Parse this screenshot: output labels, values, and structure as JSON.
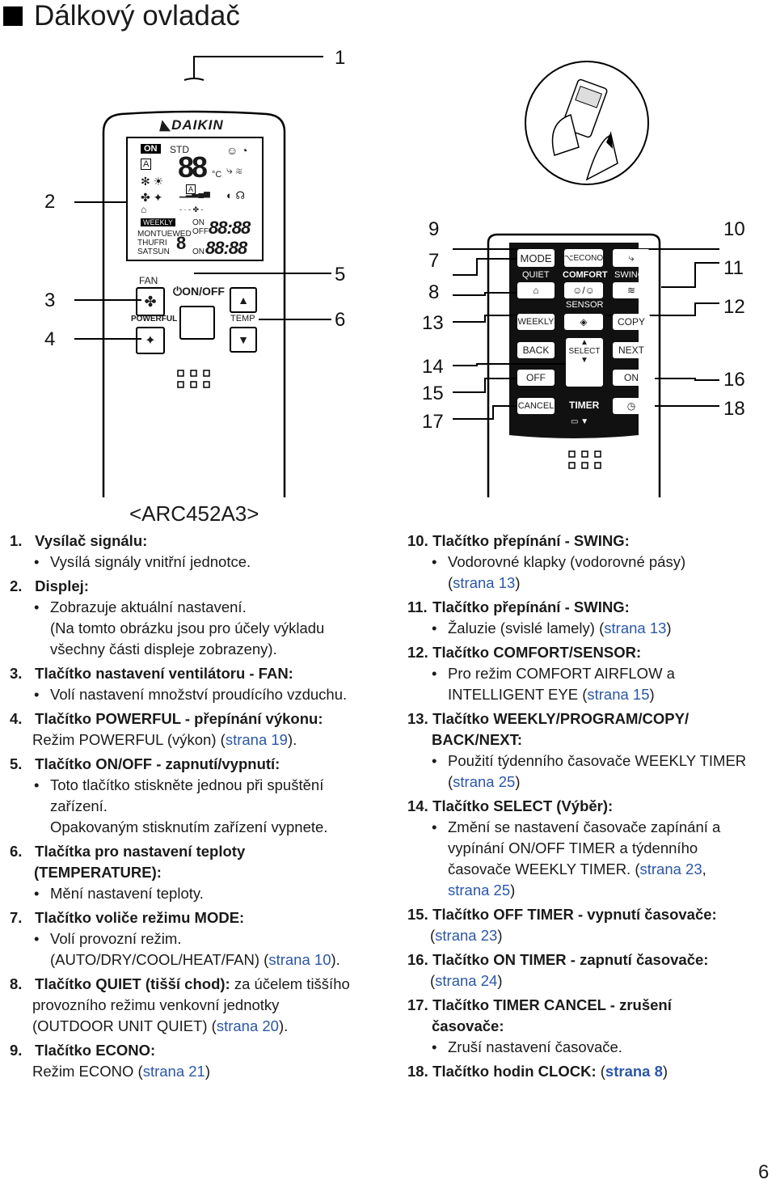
{
  "title": "Dálkový ovladač",
  "model": "<ARC452A3>",
  "callouts": {
    "c1": "1",
    "c2": "2",
    "c3": "3",
    "c4": "4",
    "c5": "5",
    "c6": "6",
    "c7": "7",
    "c8": "8",
    "c9": "9",
    "c10": "10",
    "c11": "11",
    "c12": "12",
    "c13": "13",
    "c14": "14",
    "c15": "15",
    "c16": "16",
    "c17": "17",
    "c18": "18"
  },
  "remote": {
    "brand": "DAIKIN",
    "display": {
      "on": "ON",
      "std": "STD",
      "temp": "88",
      "degree": "°C",
      "auto": "A",
      "weekly": "WEEKLY",
      "days1": "MONTUEWED",
      "days2": "THUFRI",
      "days3": "SATSUN",
      "day_digit": "8",
      "timer_on": "ON",
      "timer_off": "OFF",
      "time1": "88:88",
      "time2": "88:88",
      "timer_on2": "ON"
    },
    "buttons": {
      "fan": "FAN",
      "powerful": "POWERFUL",
      "onoff": "ON/OFF",
      "temp": "TEMP",
      "mode": "MODE",
      "econo": "ECONO",
      "quiet": "QUIET",
      "comfort": "COMFORT",
      "swing": "SWING",
      "sensor": "SENSOR",
      "weekly": "WEEKLY",
      "copy": "COPY",
      "back": "BACK",
      "next": "NEXT",
      "select": "SELECT",
      "off": "OFF",
      "on": "ON",
      "cancel": "CANCEL",
      "timer": "TIMER"
    }
  },
  "left_items": [
    {
      "num": "1.",
      "head": "Vysílač signálu:",
      "lines": [
        {
          "t": "bullet",
          "text": "Vysílá signály vnitřní jednotce."
        }
      ]
    },
    {
      "num": "2.",
      "head": "Displej:",
      "lines": [
        {
          "t": "bullet",
          "text": "Zobrazuje aktuální nastavení."
        },
        {
          "t": "cont",
          "text": "(Na tomto obrázku jsou pro účely výkladu"
        },
        {
          "t": "cont",
          "text": "všechny části displeje zobrazeny)."
        }
      ]
    },
    {
      "num": "3.",
      "head": "Tlačítko nastavení ventilátoru - FAN:",
      "lines": [
        {
          "t": "bullet",
          "text": "Volí nastavení množství proudícího vzduchu."
        }
      ]
    },
    {
      "num": "4.",
      "head": "Tlačítko POWERFUL - přepínání výkonu:",
      "lines": [
        {
          "t": "plain",
          "text": "Režim POWERFUL (výkon) (",
          "ref": "strana 19",
          "after": ")."
        }
      ]
    },
    {
      "num": "5.",
      "head": "Tlačítko ON/OFF - zapnutí/vypnutí:",
      "lines": [
        {
          "t": "bullet",
          "text": "Toto tlačítko stiskněte jednou při spuštění"
        },
        {
          "t": "cont",
          "text": "zařízení."
        },
        {
          "t": "cont",
          "text": "Opakovaným stisknutím zařízení vypnete."
        }
      ]
    },
    {
      "num": "6.",
      "head": "Tlačítka pro nastavení teploty",
      "head2": "(TEMPERATURE):",
      "lines": [
        {
          "t": "bullet",
          "text": "Mění nastavení teploty."
        }
      ]
    },
    {
      "num": "7.",
      "head": "Tlačítko voliče režimu MODE:",
      "lines": [
        {
          "t": "bullet",
          "text": "Volí provozní režim."
        },
        {
          "t": "cont",
          "text": "(AUTO/DRY/COOL/HEAT/FAN) (",
          "ref": "strana 10",
          "after": ")."
        }
      ]
    },
    {
      "num": "8.",
      "head": "Tlačítko QUIET (tišší chod):",
      "head_tail": " za účelem tiššího",
      "lines": [
        {
          "t": "plain",
          "text": "provozního režimu venkovní jednotky"
        },
        {
          "t": "plain",
          "text": "(OUTDOOR UNIT QUIET) (",
          "ref": "strana 20",
          "after": ")."
        }
      ]
    },
    {
      "num": "9.",
      "head": "Tlačítko ECONO:",
      "lines": [
        {
          "t": "plain",
          "text": "Režim ECONO (",
          "ref": "strana 21",
          "after": ")"
        }
      ]
    }
  ],
  "right_items": [
    {
      "num": "10.",
      "head": "Tlačítko přepínání - SWING:",
      "lines": [
        {
          "t": "bullet",
          "text": "Vodorovné klapky (vodorovné pásy)"
        },
        {
          "t": "cont",
          "text": "(",
          "ref": "strana 13",
          "after": ")"
        }
      ]
    },
    {
      "num": "11.",
      "head": "Tlačítko přepínání - SWING:",
      "lines": [
        {
          "t": "bullet",
          "text": "Žaluzie (svislé lamely) (",
          "ref": "strana 13",
          "after": ")"
        }
      ]
    },
    {
      "num": "12.",
      "head": "Tlačítko COMFORT/SENSOR:",
      "lines": [
        {
          "t": "bullet",
          "text": "Pro režim COMFORT AIRFLOW a"
        },
        {
          "t": "cont",
          "text": "INTELLIGENT EYE (",
          "ref": "strana 15",
          "after": ")"
        }
      ]
    },
    {
      "num": "13.",
      "head": "Tlačítko WEEKLY/PROGRAM/COPY/",
      "head2": "BACK/NEXT:",
      "lines": [
        {
          "t": "bullet",
          "text": "Použití týdenního časovače WEEKLY TIMER"
        },
        {
          "t": "cont",
          "text": "(",
          "ref": "strana 25",
          "after": ")"
        }
      ]
    },
    {
      "num": "14.",
      "head": "Tlačítko SELECT (Výběr):",
      "lines": [
        {
          "t": "bullet",
          "text": "Změní se nastavení časovače zapínání a"
        },
        {
          "t": "cont",
          "text": "vypínání ON/OFF TIMER a týdenního"
        },
        {
          "t": "cont",
          "text": "časovače WEEKLY TIMER. (",
          "ref": "strana 23",
          "after": ","
        },
        {
          "t": "cont",
          "text": "",
          "ref": "strana 25",
          "after": ")"
        }
      ]
    },
    {
      "num": "15.",
      "head": "Tlačítko OFF TIMER - vypnutí časovače:",
      "lines": [
        {
          "t": "plain",
          "text": "(",
          "ref": "strana 23",
          "after": ")"
        }
      ]
    },
    {
      "num": "16.",
      "head": "Tlačítko ON TIMER - zapnutí časovače:",
      "lines": [
        {
          "t": "plain",
          "text": "(",
          "ref": "strana 24",
          "after": ")"
        }
      ]
    },
    {
      "num": "17.",
      "head": "Tlačítko TIMER CANCEL - zrušení",
      "head2": "časovače:",
      "lines": [
        {
          "t": "bullet",
          "text": "Zruší nastavení časovače."
        }
      ]
    },
    {
      "num": "18.",
      "head": "Tlačítko hodin CLOCK:",
      "head_tail": " (",
      "head_ref": "strana 8",
      "head_after": ")",
      "lines": []
    }
  ],
  "page_number": "6"
}
